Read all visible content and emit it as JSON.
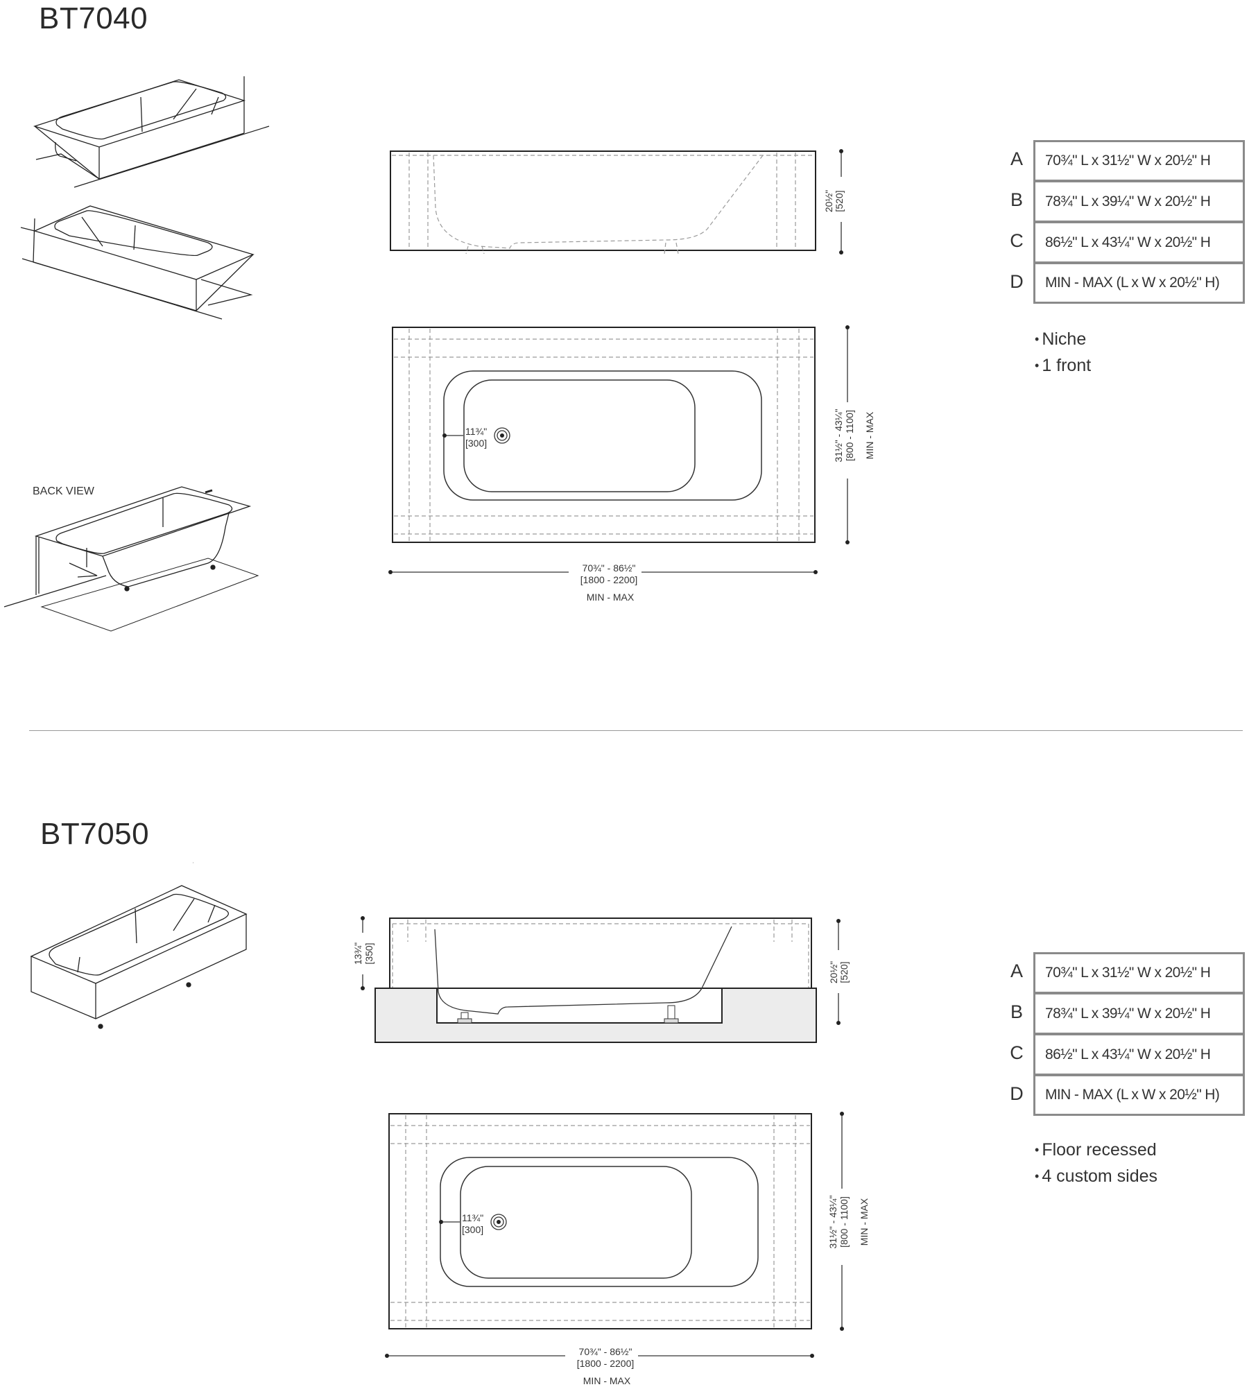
{
  "sections": [
    {
      "model": "BT7040",
      "back_view_label": "BACK VIEW",
      "dimensions": {
        "height_in": "20½\"",
        "height_mm": "[520]",
        "width_in": "31½\" - 43¼\"",
        "width_mm": "[800 - 1100]",
        "width_note": "MIN - MAX",
        "length_in": "70¾\" - 86½\"",
        "length_mm": "[1800 - 2200]",
        "length_note": "MIN - MAX",
        "drain_in": "11¾\"",
        "drain_mm": "[300]"
      },
      "sizes": [
        {
          "letter": "A",
          "spec": "70¾\" L x 31½\" W x 20½\" H"
        },
        {
          "letter": "B",
          "spec": "78¾\" L x 39¼\" W x 20½\" H"
        },
        {
          "letter": "C",
          "spec": "86½\" L x 43¼\" W x 20½\" H"
        },
        {
          "letter": "D",
          "spec": "MIN - MAX (L x W x 20½\" H)"
        }
      ],
      "features": [
        "Niche",
        "1 front"
      ]
    },
    {
      "model": "BT7050",
      "dimensions": {
        "recess_in": "13¾\"",
        "recess_mm": "[350]",
        "height_in": "20½\"",
        "height_mm": "[520]",
        "width_in": "31½\" - 43¼\"",
        "width_mm": "[800 - 1100]",
        "width_note": "MIN - MAX",
        "length_in": "70¾\" - 86½\"",
        "length_mm": "[1800 - 2200]",
        "length_note": "MIN - MAX",
        "drain_in": "11¾\"",
        "drain_mm": "[300]"
      },
      "sizes": [
        {
          "letter": "A",
          "spec": "70¾\" L x 31½\" W x 20½\" H"
        },
        {
          "letter": "B",
          "spec": "78¾\" L x 39¼\" W x 20½\" H"
        },
        {
          "letter": "C",
          "spec": "86½\" L x 43¼\" W x 20½\" H"
        },
        {
          "letter": "D",
          "spec": "MIN - MAX (L x W x 20½\" H)"
        }
      ],
      "features": [
        "Floor recessed",
        "4 custom sides"
      ]
    }
  ],
  "colors": {
    "line": "#222222",
    "dashed": "#9a9a9a",
    "table_border": "#8a8a8a",
    "slab_fill": "#ececec"
  }
}
